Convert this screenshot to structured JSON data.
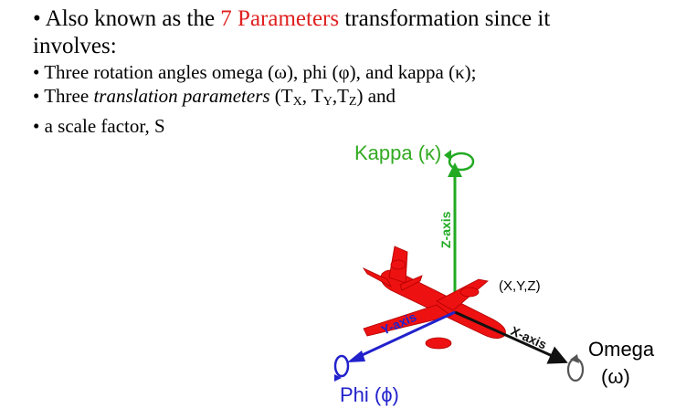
{
  "text": {
    "line1_prefix": "Also known as the ",
    "line1_highlight": "7 Parameters",
    "line1_suffix": " transformation since it",
    "line1_cont": "involves:",
    "bullet_rot": "Three rotation angles omega (ω), phi (φ), and kappa (κ);",
    "bullet_trans_prefix": "Three ",
    "bullet_trans_italic": "translation parameters",
    "bullet_trans_open": " (T",
    "sub_x": "X",
    "comma1": ", T",
    "sub_y": "Y",
    "comma2": ",T",
    "sub_z": "Z",
    "bullet_trans_suffix": ") and",
    "bullet_scale": "a scale factor, S",
    "bullet_char": "•"
  },
  "diagram": {
    "kappa_label": "Kappa (κ)",
    "z_axis_label": "Z-axis",
    "x_axis_label": "X-axis",
    "y_axis_label": "Y-axis",
    "origin_label": "(X,Y,Z)",
    "omega_label": "Omega",
    "omega_symbol": "(ω)",
    "phi_label": "Phi (ϕ)"
  },
  "colors": {
    "highlight": "#e02020",
    "z_axis": "#22aa22",
    "x_axis": "#111111",
    "y_axis": "#2222cc",
    "airplane": "#ee1111",
    "kappa_text": "#33aa22",
    "phi_text": "#2222cc"
  }
}
